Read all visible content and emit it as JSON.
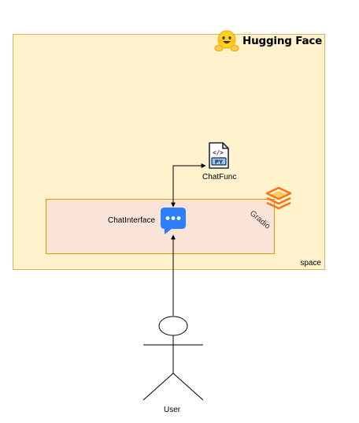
{
  "brand": {
    "title": "Hugging Face",
    "icon": "hugging-face-emoji-icon"
  },
  "space": {
    "label": "space",
    "fill": "#fff2cc",
    "stroke": "#d6b656"
  },
  "gradio": {
    "label": "Gradio",
    "icon": "gradio-logo-icon",
    "fill": "#fae3d9",
    "stroke": "#d79b00",
    "accent": "#f97316"
  },
  "nodes": {
    "chat_interface": {
      "label": "ChatInterface",
      "icon": "chat-bubble-icon",
      "color": "#2d7ff9"
    },
    "chat_func": {
      "label": "ChatFunc",
      "icon": "python-file-icon"
    },
    "user": {
      "label": "User",
      "icon": "stick-figure-icon"
    }
  }
}
